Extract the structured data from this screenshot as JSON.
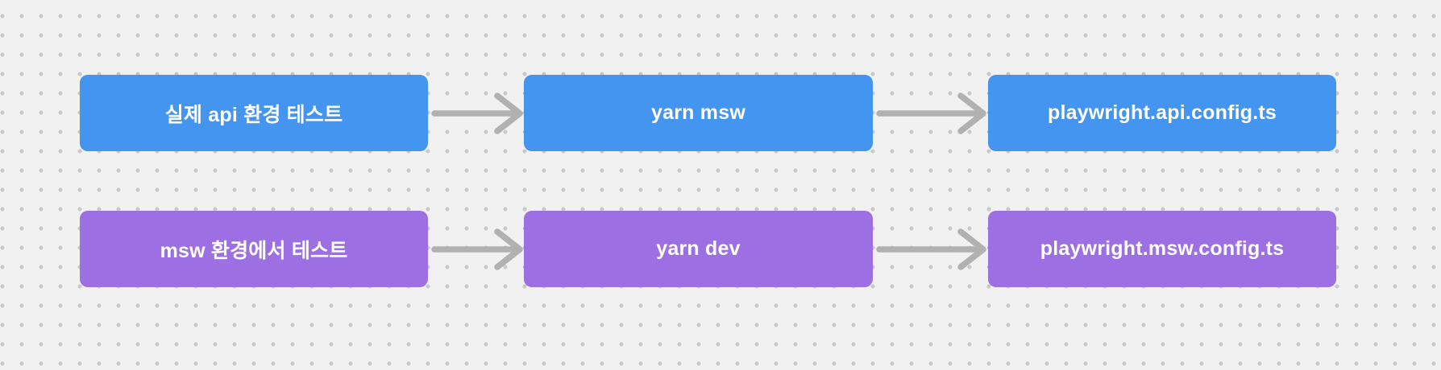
{
  "canvas": {
    "background": "#f1f1f2",
    "dot_color": "#c9c9c9"
  },
  "diagram": {
    "text_color": "#ffffff",
    "arrow_color": "#b1b1b1",
    "rows": [
      {
        "name": "real-api-flow",
        "color": "#4495f0",
        "nodes": [
          {
            "label": "실제 api 환경 테스트"
          },
          {
            "label": "yarn msw"
          },
          {
            "label": "playwright.api.config.ts"
          }
        ]
      },
      {
        "name": "msw-flow",
        "color": "#9c70e2",
        "nodes": [
          {
            "label": "msw 환경에서 테스트"
          },
          {
            "label": "yarn dev"
          },
          {
            "label": "playwright.msw.config.ts"
          }
        ]
      }
    ],
    "connections": [
      {
        "from": "실제 api 환경 테스트",
        "to": "yarn msw"
      },
      {
        "from": "yarn msw",
        "to": "playwright.api.config.ts"
      },
      {
        "from": "msw 환경에서 테스트",
        "to": "yarn dev"
      },
      {
        "from": "yarn dev",
        "to": "playwright.msw.config.ts"
      }
    ]
  }
}
